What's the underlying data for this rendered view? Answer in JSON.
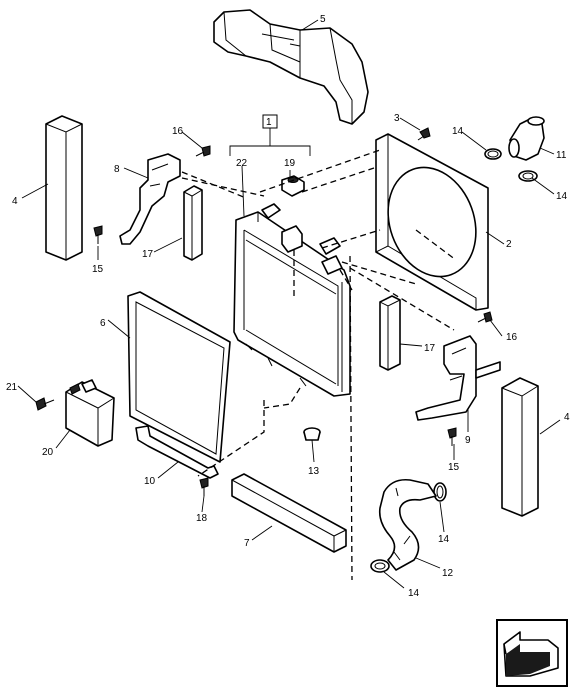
{
  "callouts": {
    "c1": "1",
    "c2": "2",
    "c3": "3",
    "c4a": "4",
    "c4b": "4",
    "c5": "5",
    "c6": "6",
    "c7": "7",
    "c8": "8",
    "c9": "9",
    "c10": "10",
    "c11": "11",
    "c12": "12",
    "c13": "13",
    "c14a": "14",
    "c14b": "14",
    "c14c": "14",
    "c14d": "14",
    "c15a": "15",
    "c15b": "15",
    "c16a": "16",
    "c16b": "16",
    "c17a": "17",
    "c17b": "17",
    "c18": "18",
    "c19": "19",
    "c20": "20",
    "c21": "21",
    "c22": "22"
  },
  "icons": {
    "nav": "next-page-arrow-icon"
  }
}
